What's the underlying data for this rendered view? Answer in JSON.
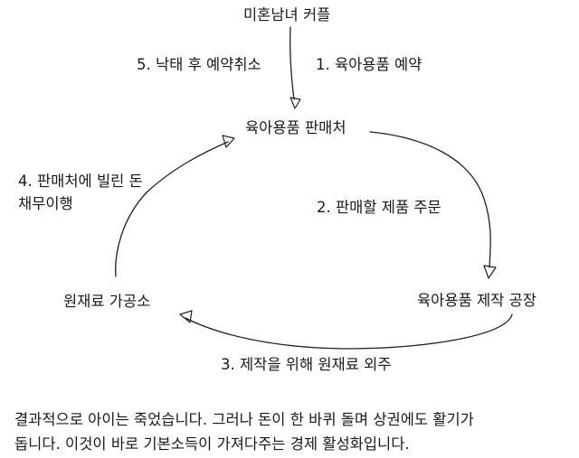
{
  "diagram": {
    "nodes": {
      "couple": "미혼남녀 커플",
      "shop": "육아용품 판매처",
      "factory": "육아용품 제작 공장",
      "supplier": "원재료 가공소"
    },
    "edges": {
      "reserve": "1. 육아용품 예약",
      "order": "2. 판매할 제품 주문",
      "outsource": "3. 제작을 위해 원재료 외주",
      "repay_line1": "4. 판매처에 빌린 돈",
      "repay_line2": "채무이행",
      "cancel": "5. 낙태 후 예약취소"
    }
  },
  "caption": {
    "line1": "결과적으로 아이는 죽었습니다. 그러나 돈이 한 바퀴 돌며 상권에도 활기가",
    "line2": "돕니다. 이것이 바로 기본소득이 가져다주는 경제 활성화입니다."
  }
}
